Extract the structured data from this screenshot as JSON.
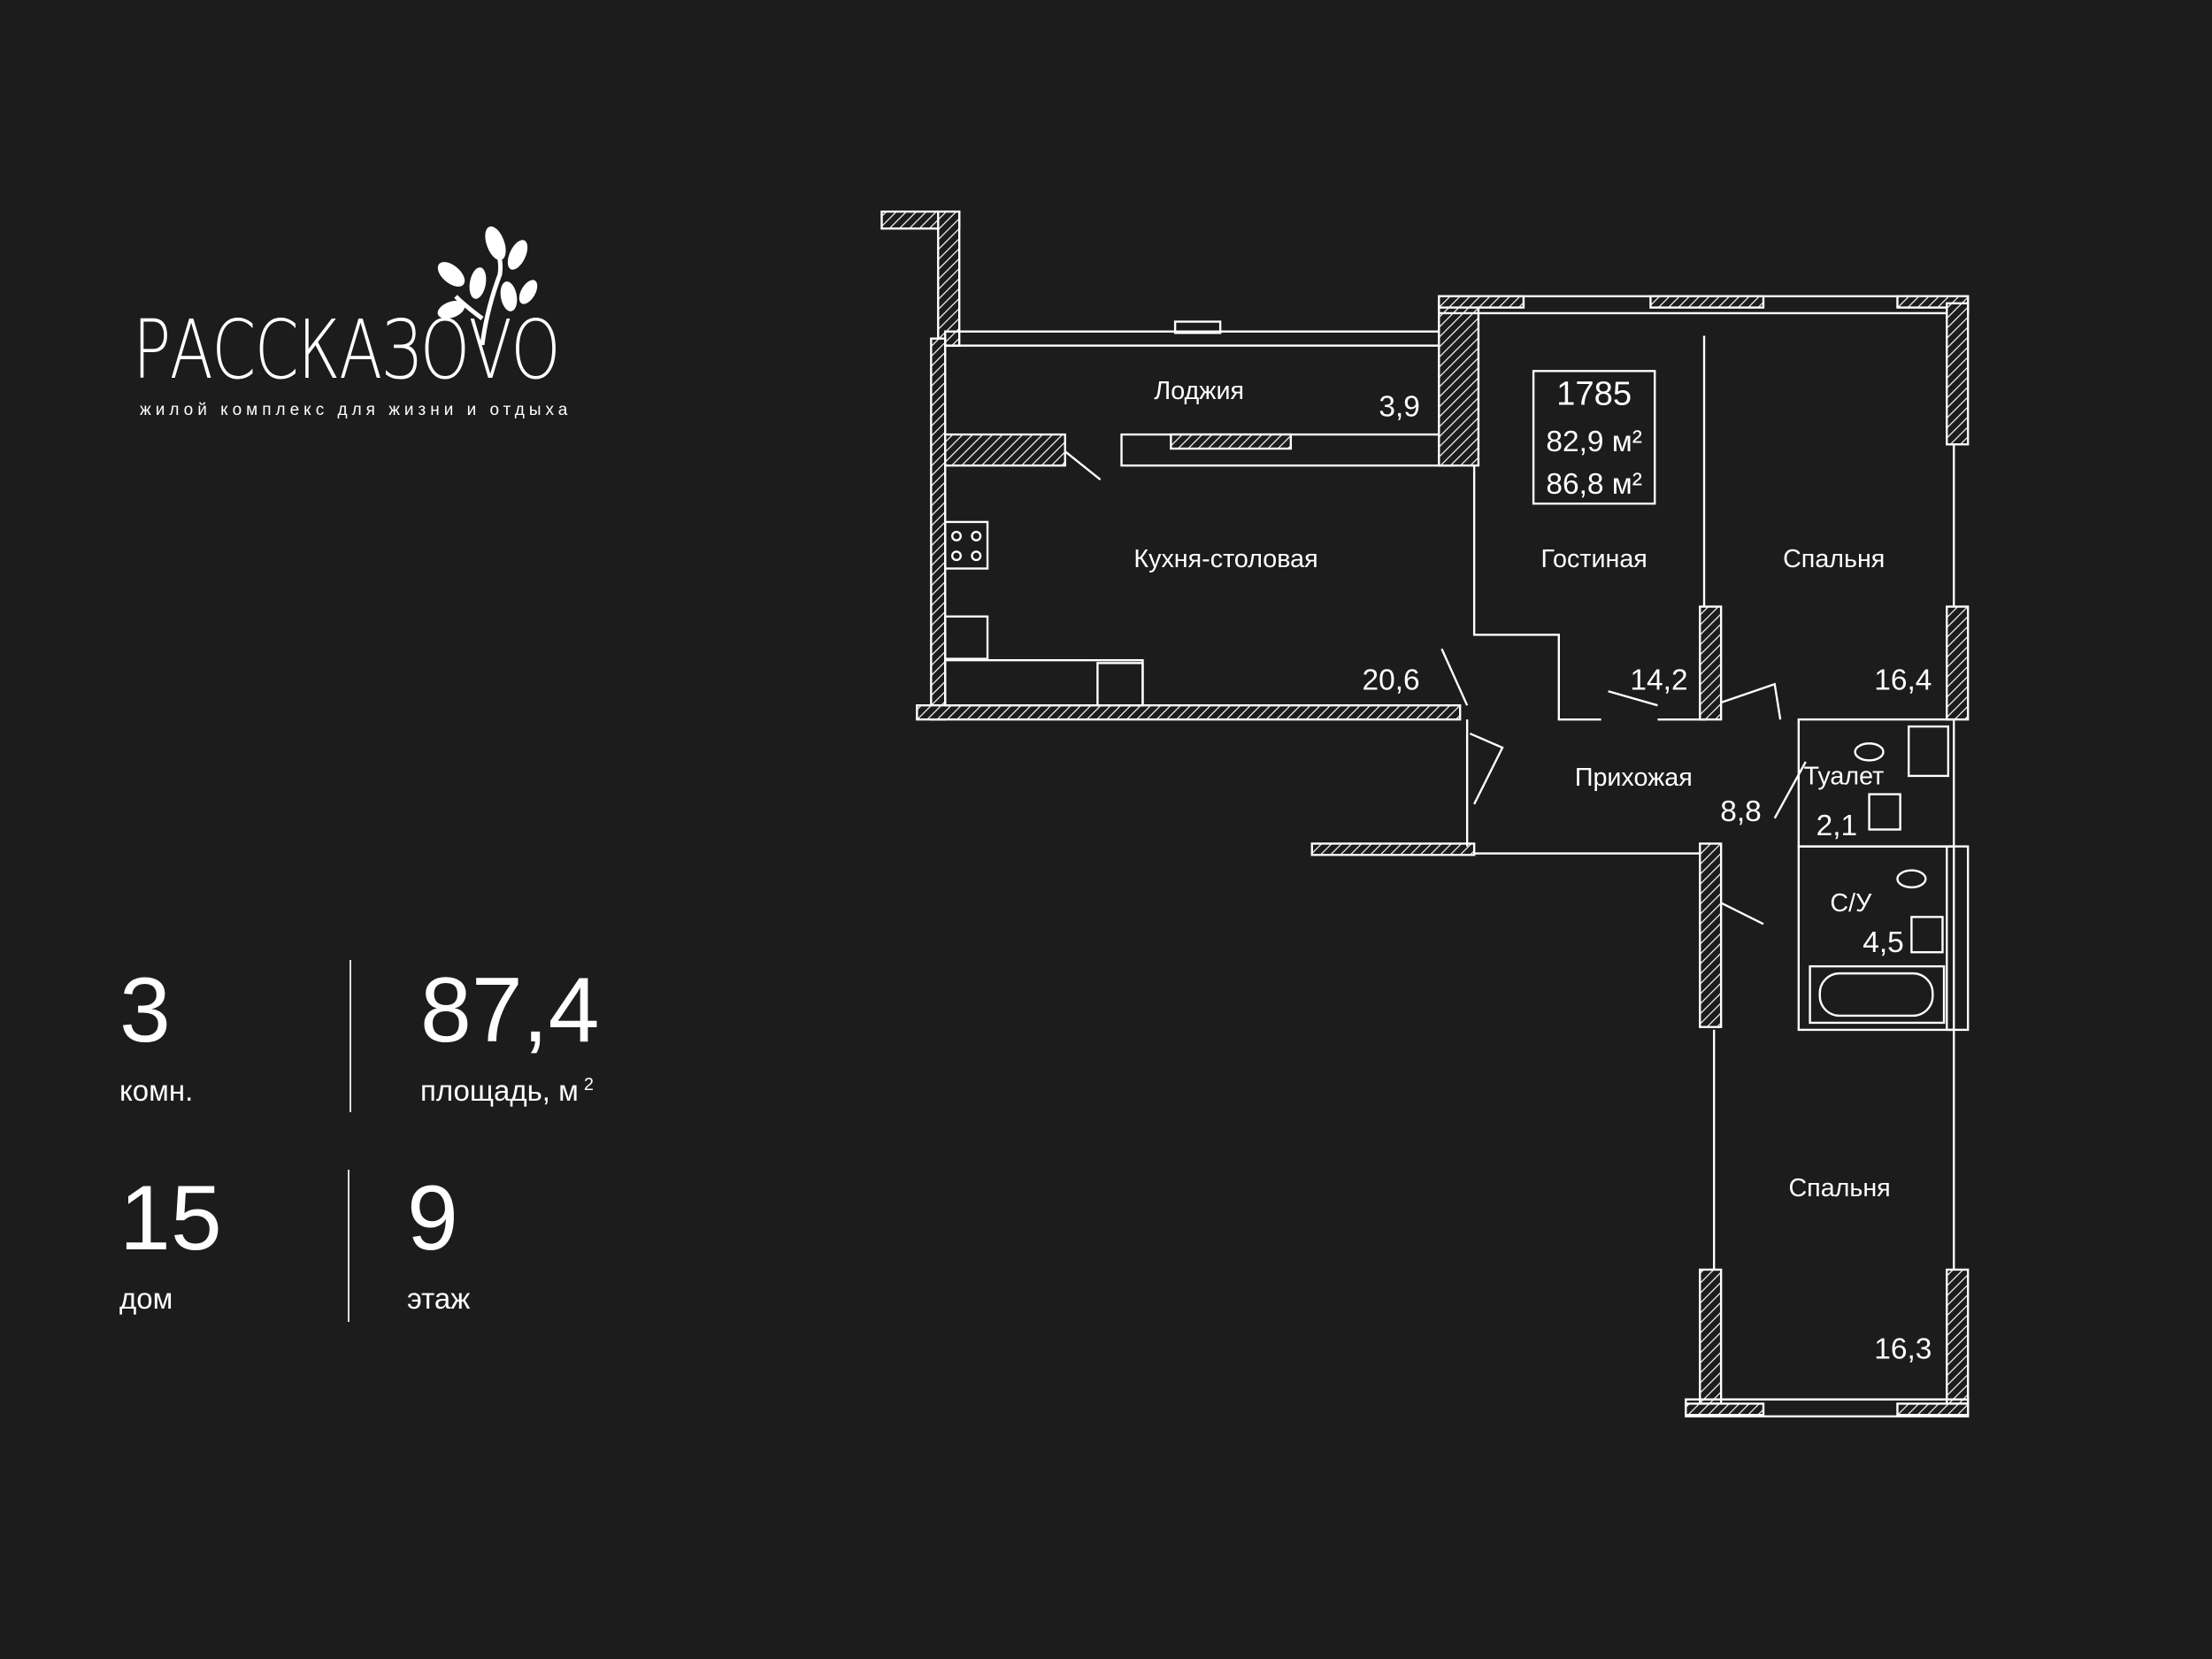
{
  "logo": {
    "title": "РАССКАЗОVО",
    "subtitle": "жилой комплекс для жизни и отдыха"
  },
  "stats": {
    "rooms": {
      "value": "3",
      "label": "комн."
    },
    "area": {
      "value": "87,4",
      "label": "площадь, м",
      "sup": "2"
    },
    "building": {
      "value": "15",
      "label": "дом"
    },
    "floor": {
      "value": "9",
      "label": "этаж"
    }
  },
  "plan": {
    "apartment_number": "1785",
    "area_1": "82,9 м²",
    "area_2": "86,8 м²",
    "rooms": [
      {
        "name": "Лоджия",
        "area": "3,9"
      },
      {
        "name": "Кухня-столовая",
        "area": "20,6"
      },
      {
        "name": "Гостиная",
        "area": "14,2"
      },
      {
        "name": "Спальня",
        "area": "16,4"
      },
      {
        "name": "Прихожая",
        "area": "8,8"
      },
      {
        "name": "Туалет",
        "area": "2,1"
      },
      {
        "name": "С/У",
        "area": "4,5"
      },
      {
        "name": "Спальня",
        "area": "16,3"
      }
    ]
  }
}
